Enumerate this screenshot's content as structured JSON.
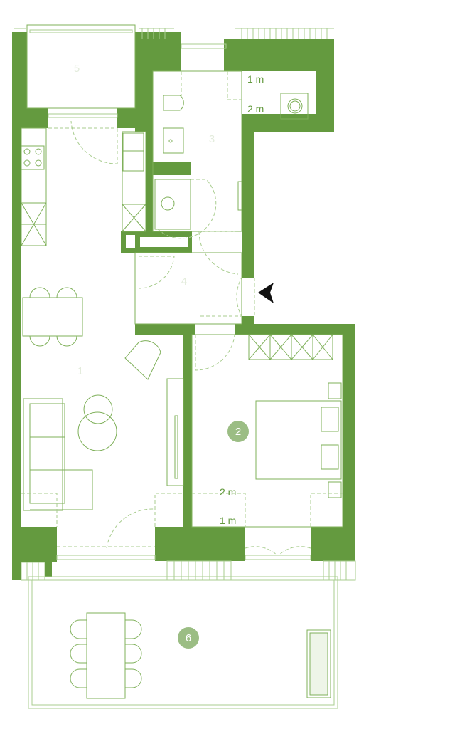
{
  "plan": {
    "rooms": [
      {
        "id": "1",
        "style": "plain"
      },
      {
        "id": "2",
        "style": "badge"
      },
      {
        "id": "3",
        "style": "plain"
      },
      {
        "id": "4",
        "style": "plain"
      },
      {
        "id": "5",
        "style": "plain"
      },
      {
        "id": "6",
        "style": "badge"
      }
    ],
    "room_labels": {
      "r1": "1",
      "r2": "2",
      "r3": "3",
      "r4": "4",
      "r5": "5",
      "r6": "6"
    },
    "dimensions": {
      "bath_1m": "1 m",
      "bath_2m": "2 m",
      "bed_2m": "2 m",
      "bed_1m": "1 m"
    },
    "entrance_icon": "entrance-arrow-icon",
    "colors": {
      "wall": "#649a3f",
      "line": "#7fb05a",
      "badge": "#9bbd84",
      "arrow": "#111111"
    }
  }
}
